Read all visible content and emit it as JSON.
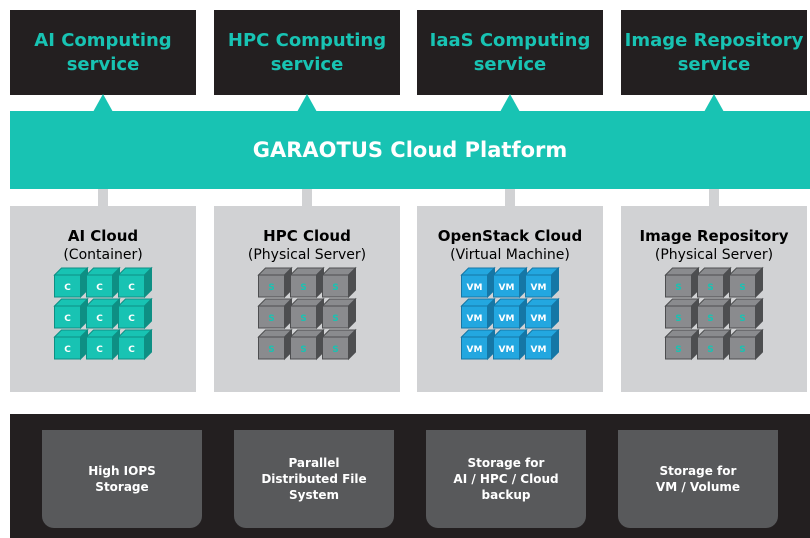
{
  "services": [
    {
      "label": "AI Computing\nservice"
    },
    {
      "label": "HPC Computing\nservice"
    },
    {
      "label": "IaaS Computing\nservice"
    },
    {
      "label": "Image Repository\nservice"
    }
  ],
  "platform": {
    "label": "GARAOTUS Cloud Platform"
  },
  "clouds": [
    {
      "name": "AI Cloud",
      "sub": "(Container)",
      "cube_glyph": "C",
      "color": "#18c3b3",
      "dark": "#0e8f84",
      "glyph_color": "#ffffff"
    },
    {
      "name": "HPC Cloud",
      "sub": "(Physical Server)",
      "cube_glyph": "S",
      "color": "#8a8b8e",
      "dark": "#4d4e50",
      "glyph_color": "#18c3b3"
    },
    {
      "name": "OpenStack Cloud",
      "sub": "(Virtual Machine)",
      "cube_glyph": "VM",
      "color": "#23a7e0",
      "dark": "#1577a6",
      "glyph_color": "#ffffff"
    },
    {
      "name": "Image Repository",
      "sub": "(Physical Server)",
      "cube_glyph": "S",
      "color": "#8a8b8e",
      "dark": "#4d4e50",
      "glyph_color": "#18c3b3"
    }
  ],
  "storage": [
    {
      "label": "High IOPS\nStorage"
    },
    {
      "label": "Parallel\nDistributed File\nSystem"
    },
    {
      "label": "Storage for\nAI / HPC / Cloud\nbackup"
    },
    {
      "label": "Storage for\nVM / Volume"
    }
  ],
  "colors": {
    "teal": "#18c3b3",
    "dark": "#231f20",
    "gray": "#d1d2d4",
    "storage_box": "#58595b"
  }
}
